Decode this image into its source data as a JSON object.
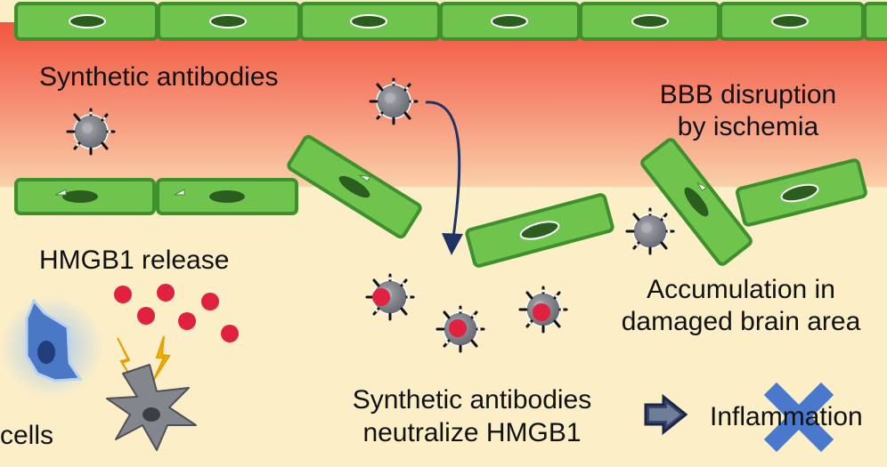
{
  "labels": {
    "synthetic_antibodies": "Synthetic antibodies",
    "bbb_line1": "BBB disruption",
    "bbb_line2": "by ischemia",
    "hmgb1_release": "HMGB1 release",
    "accumulation_line1": "Accumulation in",
    "accumulation_line2": "damaged brain area",
    "neutralize_line1": "Synthetic antibodies",
    "neutralize_line2": "neutralize HMGB1",
    "cells": "cells",
    "inflammation": "Inflammation"
  },
  "colors": {
    "vessel_top": "#f2563f",
    "vessel_bottom": "#f9c59c",
    "tissue": "#fcefc8",
    "endothelial_fill": "#6fc44e",
    "endothelial_stroke": "#3f8f2c",
    "nucleus": "#2b5e1e",
    "antibody_core": "#7d7f86",
    "hmgb1": "#e0213f",
    "arrow": "#1f3364",
    "cross": "#4a78cc"
  }
}
